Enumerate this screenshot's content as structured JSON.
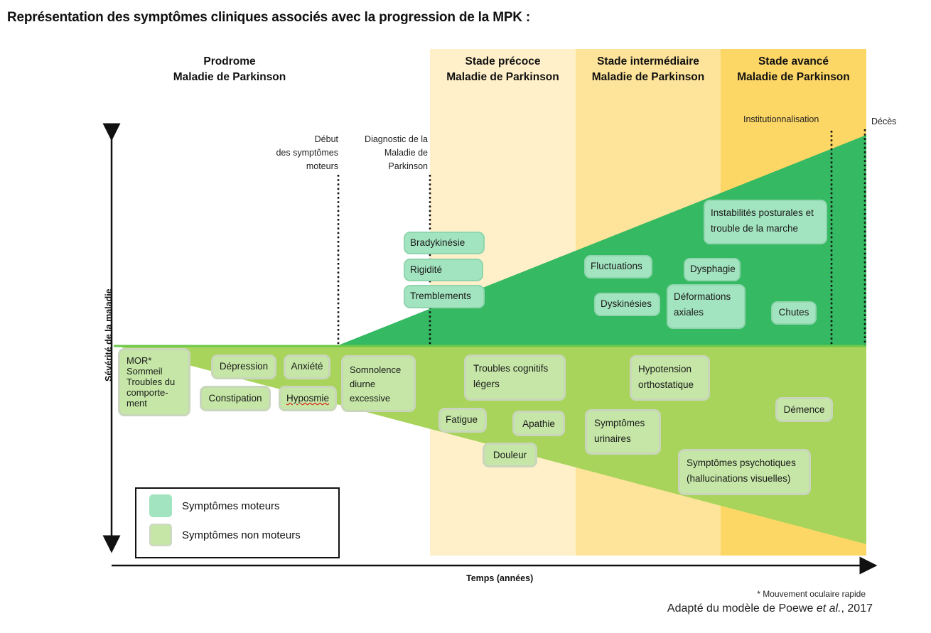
{
  "title": "Représentation des symptômes cliniques associés avec la progression de la MPK :",
  "colors": {
    "stage_early": "#fff0c9",
    "stage_intermediate": "#fee49a",
    "stage_advanced": "#fdd766",
    "motor_area": "#36b963",
    "nonmotor_area": "#a8d45c",
    "motor_box": "#a3e4c0",
    "nonmotor_box": "#c5e6a6"
  },
  "stages": [
    {
      "id": "prodrome",
      "line1": "Prodrome",
      "line2": "Maladie de Parkinson"
    },
    {
      "id": "early",
      "line1": "Stade précoce",
      "line2": "Maladie de Parkinson"
    },
    {
      "id": "intermediate",
      "line1": "Stade intermédiaire",
      "line2": "Maladie de Parkinson"
    },
    {
      "id": "advanced",
      "line1": "Stade avancé",
      "line2": "Maladie de Parkinson"
    }
  ],
  "events": {
    "motor_onset": [
      "Début",
      "des symptômes",
      "moteurs"
    ],
    "diagnosis": [
      "Diagnostic de la",
      "Maladie de",
      "Parkinson"
    ],
    "institutionalisation": "Institutionnalisation",
    "death": "Décès"
  },
  "axes": {
    "y_label": "Sévérité de la maladie",
    "x_label": "Temps (années)"
  },
  "motor_symptoms": [
    "Bradykinésie",
    "Rigidité",
    "Tremblements",
    "Fluctuations",
    "Dyskinésies",
    "Dysphagie",
    "Déformations",
    "axiales",
    "Instabilités posturales et",
    "trouble de la marche",
    "Chutes"
  ],
  "nonmotor_symptoms": {
    "mor": [
      "MOR*",
      "Sommeil",
      "Troubles du",
      "comporte-",
      "ment"
    ],
    "depression": "Dépression",
    "anxiety": "Anxiété",
    "constipation": "Constipation",
    "hyposmia": "Hyposmie",
    "somnolence": [
      "Somnolence",
      "diurne",
      "excessive"
    ],
    "cognitive": [
      "Troubles cognitifs",
      "légers"
    ],
    "fatigue": "Fatigue",
    "apathy": "Apathie",
    "pain": "Douleur",
    "hypotension": [
      "Hypotension",
      "orthostatique"
    ],
    "urinary": [
      "Symptômes",
      "urinaires"
    ],
    "dementia": "Démence",
    "psychotic": [
      "Symptômes psychotiques",
      "(hallucinations visuelles)"
    ]
  },
  "legend": {
    "motor": "Symptômes moteurs",
    "nonmotor": "Symptômes non moteurs"
  },
  "footnote": "* Mouvement oculaire rapide",
  "source": {
    "prefix": "Adapté du modèle de Poewe ",
    "italic": "et al.",
    "suffix": ", 2017"
  }
}
